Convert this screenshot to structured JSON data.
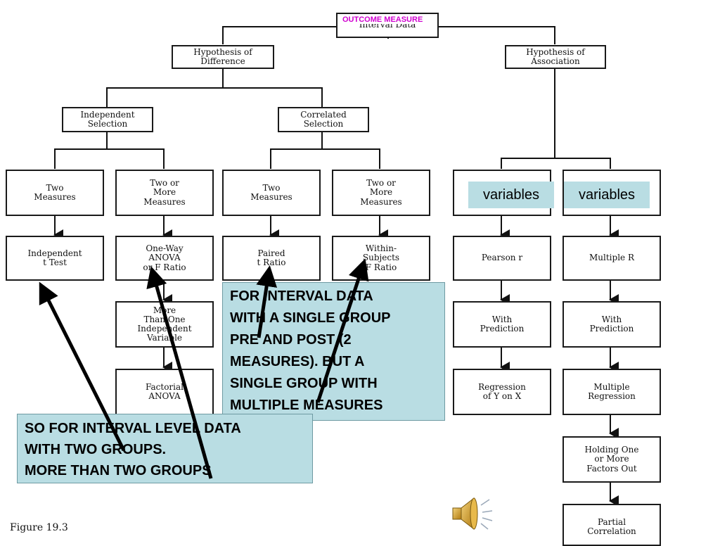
{
  "outcome_label": "OUTCOME MEASURE",
  "nodes": {
    "root": "Interval Data",
    "difference": "Hypothesis of\nDifference",
    "association": "Hypothesis of\nAssociation",
    "independent": "Independent\nSelection",
    "correlated": "Correlated\nSelection",
    "ind_two": "Two\nMeasures",
    "ind_more": "Two or\nMore\nMeasures",
    "cor_two": "Two\nMeasures",
    "cor_more": "Two or\nMore\nMeasures",
    "ind_t": "Independent\nt Test",
    "anova": "One-Way\nANOVA\nor F Ratio",
    "paired": "Paired\nt Ratio",
    "within": "Within-\nSubjects\nF Ratio",
    "more_than_one": "More\nThan One\nIndependent\nVariable",
    "factorial": "Factorial\nANOVA",
    "pearson": "Pearson r",
    "with_pred_1": "With\nPrediction",
    "regression": "Regression\nof Y on X",
    "multiple_r": "Multiple R",
    "with_pred_2": "With\nPrediction",
    "multiple_regression": "Multiple\nRegression",
    "holding": "Holding One\nor More\nFactors Out",
    "partial": "Partial\nCorrelation"
  },
  "tags": {
    "left": "variables",
    "right": "variables"
  },
  "callouts": {
    "interval": "FOR INTERVAL DATA\nWITH A SINGLE GROUP\nPRE AND POST (2\nMEASURES). BUT A\nSINGLE GROUP WITH\nMULTIPLE MEASURES",
    "groups": "SO FOR INTERVAL LEVEL DATA\nWITH TWO GROUPS.\nMORE THAN TWO GROUPS"
  },
  "caption": "Figure 19.3",
  "icons": {
    "speaker": "speaker-icon"
  },
  "colors": {
    "callout_bg": "#b9dde3",
    "outcome_text": "#d000d0"
  }
}
